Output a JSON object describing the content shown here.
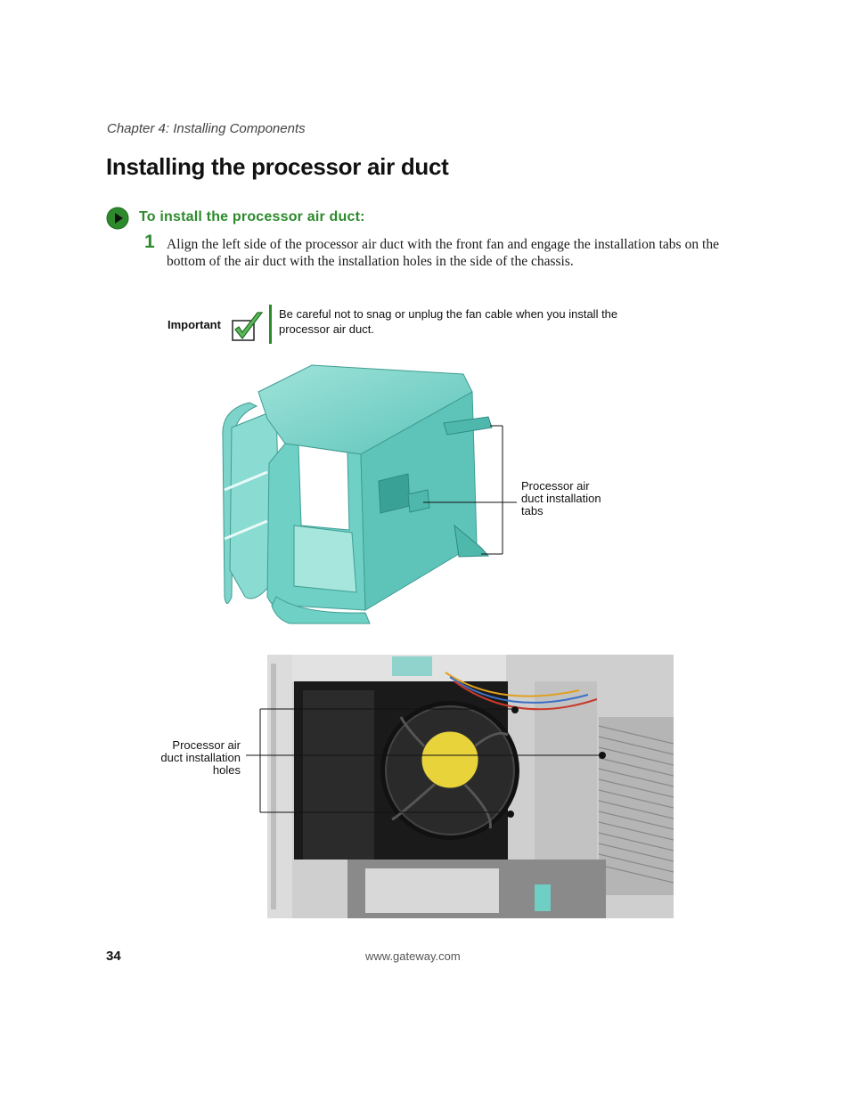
{
  "header": {
    "chapter": "Chapter 4: Installing Components"
  },
  "section": {
    "title": "Installing the processor air duct"
  },
  "procedure": {
    "title": "To install the processor air duct:",
    "steps": [
      {
        "number": "1",
        "text": "Align the left side of the processor air duct with the front fan and engage the installation tabs on the bottom of the air duct with the installation holes in the side of the chassis."
      }
    ]
  },
  "important": {
    "label": "Important",
    "text": "Be careful not to snag or unplug the fan cable when you install the processor air duct."
  },
  "figures": {
    "duct": {
      "callout": [
        "Processor air",
        "duct installation",
        "tabs"
      ]
    },
    "chassis": {
      "callout": [
        "Processor air",
        "duct installation",
        "holes"
      ]
    }
  },
  "footer": {
    "page_number": "34",
    "url": "www.gateway.com"
  },
  "colors": {
    "accent_green": "#2c8a2c",
    "duct_teal": "#6fd0c6"
  }
}
